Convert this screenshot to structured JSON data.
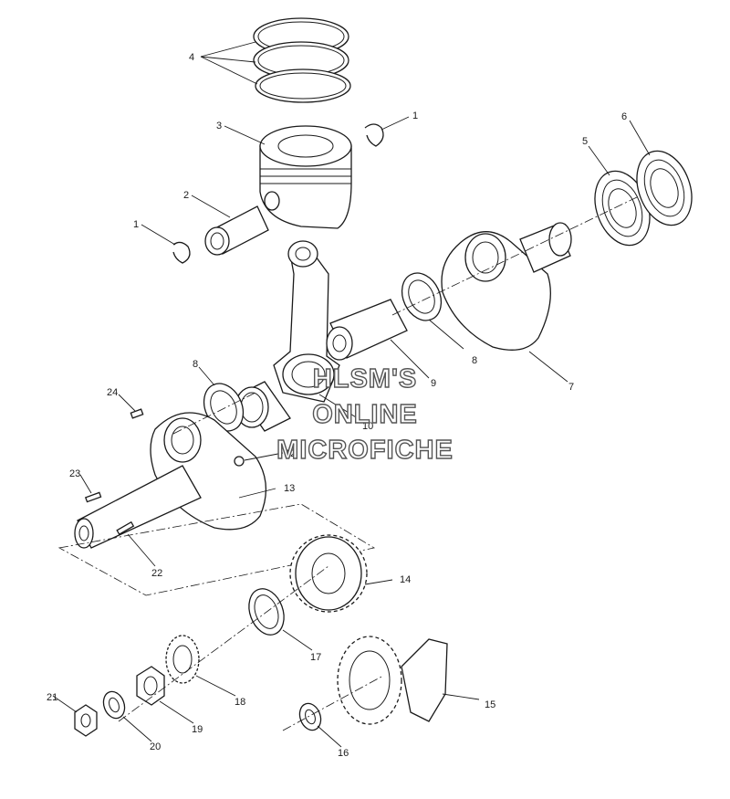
{
  "watermark": {
    "line1": "HLSM'S",
    "line2": "ONLINE",
    "line3": "MICROFICHE"
  },
  "callouts": [
    "4",
    "1",
    "3",
    "2",
    "1",
    "5",
    "6",
    "7",
    "8",
    "9",
    "8",
    "10",
    "12",
    "24",
    "23",
    "13",
    "22",
    "14",
    "17",
    "18",
    "19",
    "20",
    "21",
    "15",
    "16"
  ]
}
